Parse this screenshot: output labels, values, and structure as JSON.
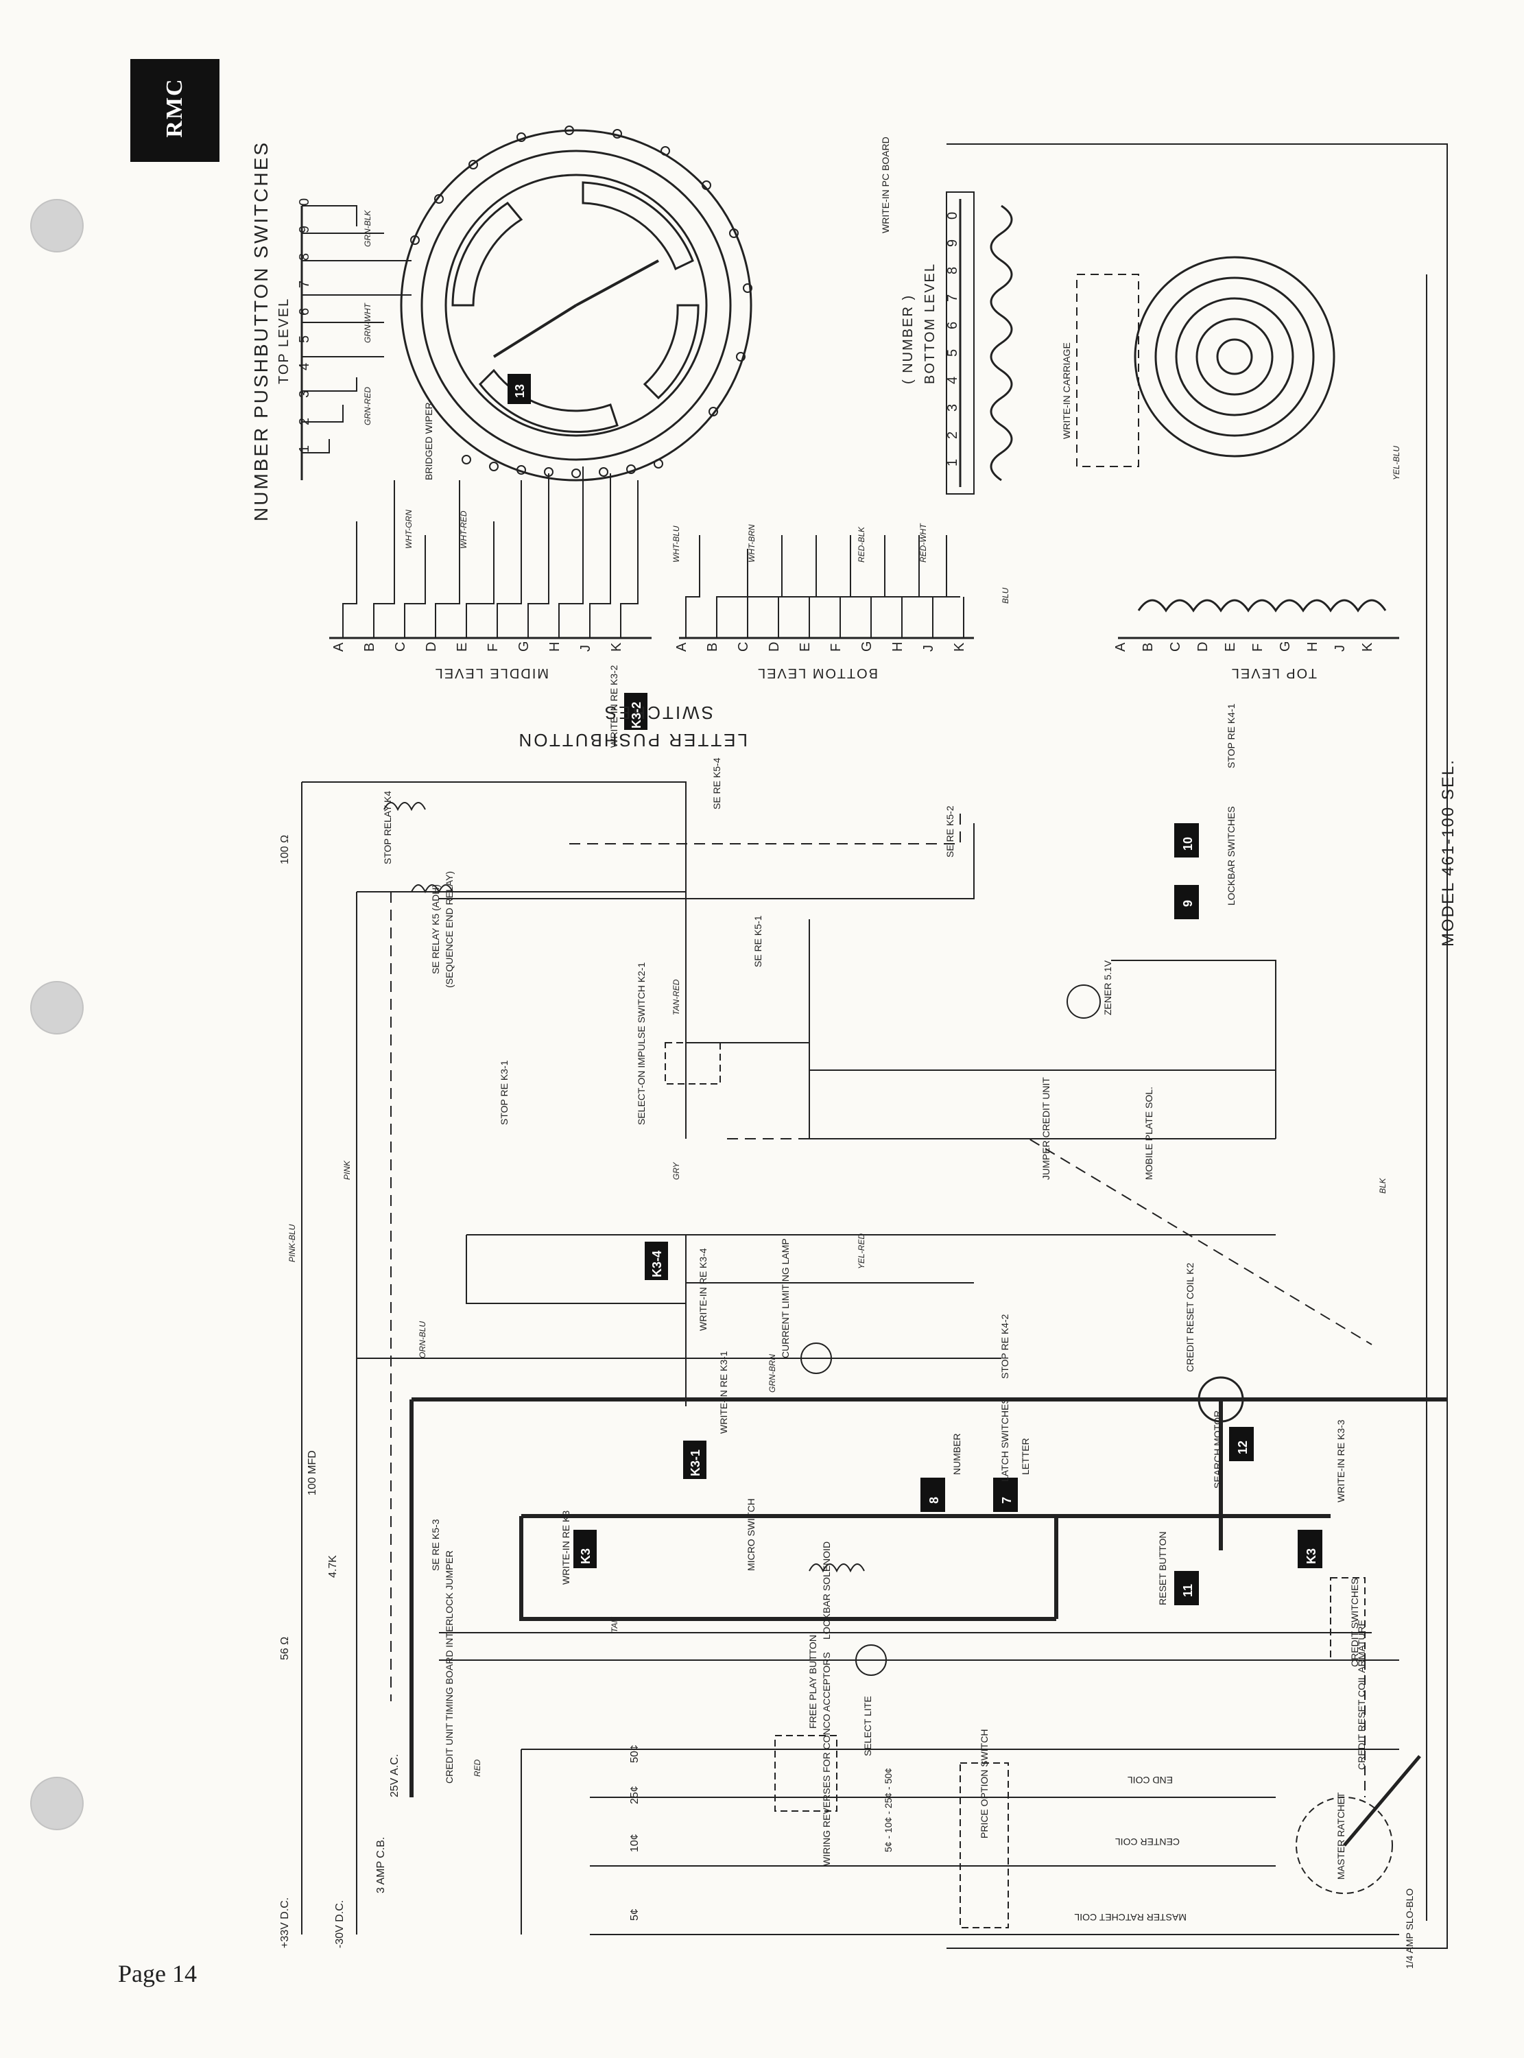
{
  "page": {
    "number_label": "Page 14",
    "model_label": "MODEL 461-100 SEL.",
    "logo_text": "RMC"
  },
  "titles": {
    "number_pushbutton": "NUMBER PUSHBUTTON SWITCHES",
    "top_level": "TOP LEVEL",
    "letter_pushbutton": "LETTER PUSHBUTTON",
    "switches": "SWITCHES",
    "number_bottom": "( NUMBER )",
    "bottom_level": "BOTTOM LEVEL",
    "middle_level": "MIDDLE LEVEL",
    "bottom_level_letters": "BOTTOM LEVEL",
    "top_level_letters": "TOP LEVEL",
    "write_in_pc": "WRITE-IN PC BOARD",
    "write_in_carriage": "WRITE-IN CARRIAGE"
  },
  "digits": [
    "1",
    "2",
    "3",
    "4",
    "5",
    "6",
    "7",
    "8",
    "9",
    "0"
  ],
  "letters": [
    "A",
    "B",
    "C",
    "D",
    "E",
    "F",
    "G",
    "H",
    "J",
    "K"
  ],
  "components": {
    "stop_relay": "STOP RELAY K4",
    "se_relay": "SE RELAY K5 (ADH)",
    "sequence_end": "(SEQUENCE END RELAY)",
    "select_impulse": "SELECT-ON IMPULSE SWITCH K2-1",
    "current_lamp": "CURRENT LIMITING LAMP",
    "credit_reset": "CREDIT RESET COIL K2",
    "search_motor": "SEARCH MOTOR",
    "micro_switch": "MICRO SWITCH",
    "lockbar_sol": "LOCKBAR SOLENOID",
    "latch_switches": "LATCH SWITCHES",
    "number": "NUMBER",
    "letter": "LETTER",
    "reset_button": "RESET BUTTON",
    "credit_switches": "CREDIT SWITCHES",
    "select_lite": "SELECT LITE",
    "free_play": "FREE PLAY BUTTON",
    "price_option": "PRICE OPTION SWITCH",
    "end_coil": "END COIL",
    "center_coil": "CENTER COIL",
    "master_ratchet_coil": "MASTER RATCHET COIL",
    "master_ratchet": "MASTER RATCHET",
    "credit_reset_armature": "CREDIT RESET COIL ARMATURE",
    "fuse_label": "1/4 AMP SLO-BLO",
    "jumper_credit": "JUMPER CREDIT UNIT",
    "mobile_plate": "MOBILE PLATE SOL.",
    "wiring_reverses": "WIRING REVERSES FOR CONCO ACCEPTORS",
    "price_values": "5¢ - 10¢ - 25¢ - 50¢",
    "credit_unit": "CREDIT UNIT TIMING BOARD INTERLOCK JUMPER",
    "lockbar_switches": "LOCKBAR SWITCHES",
    "zener": "ZENER 5.1V",
    "bridged_wiper": "BRIDGED WIPER"
  },
  "relays": {
    "write_in_k3_2": "WRITE-IN RE K3-2",
    "write_in_k3_4": "WRITE-IN RE K3-4",
    "write_in_k3_1": "WRITE-IN RE K3-1",
    "write_in_k3": "WRITE-IN RE K3",
    "write_in_k3_3": "WRITE-IN RE K3-3",
    "stop_k4_1": "STOP RE K4-1",
    "stop_k4_2": "STOP RE K4-2",
    "stop_k3_1": "STOP RE K3-1",
    "se_k5_4": "SE RE K5-4",
    "se_k5_2": "SE RE K5-2",
    "se_k5_1": "SE RE K5-1",
    "se_k5_3": "SE RE K5-3"
  },
  "badges": [
    "13",
    "K3-2",
    "10",
    "9",
    "K3-4",
    "12",
    "K3-1",
    "8",
    "7",
    "K3",
    "11",
    "K3"
  ],
  "supply": {
    "v33": "+33V D.C.",
    "v30": "-30V D.C.",
    "v3amp": "3 AMP C.B.",
    "v25": "25V A.C.",
    "ohm100": "100 Ω",
    "ohm56": "56 Ω",
    "k47": "4.7K",
    "mfd100": "100 MFD"
  },
  "coins": [
    "5¢",
    "10¢",
    "25¢",
    "50¢"
  ],
  "wire_colors": [
    "GRN-BLK",
    "GRN-RED",
    "GRN-WHT",
    "WHT-GRN",
    "WHT-BLU",
    "WHT-BRN",
    "WHT-RED",
    "RED-BLK",
    "RED-WHT",
    "YEL-BLU",
    "PINK-BLU",
    "PINK",
    "BLU",
    "GRY",
    "TAN",
    "RED",
    "BLK",
    "ORN-BLU",
    "YEL-RED",
    "TAN-RED",
    "GRN-BRN"
  ],
  "colors": {
    "ink": "#222222",
    "paper": "#fbfaf6",
    "punch": "#d3d3d3"
  }
}
